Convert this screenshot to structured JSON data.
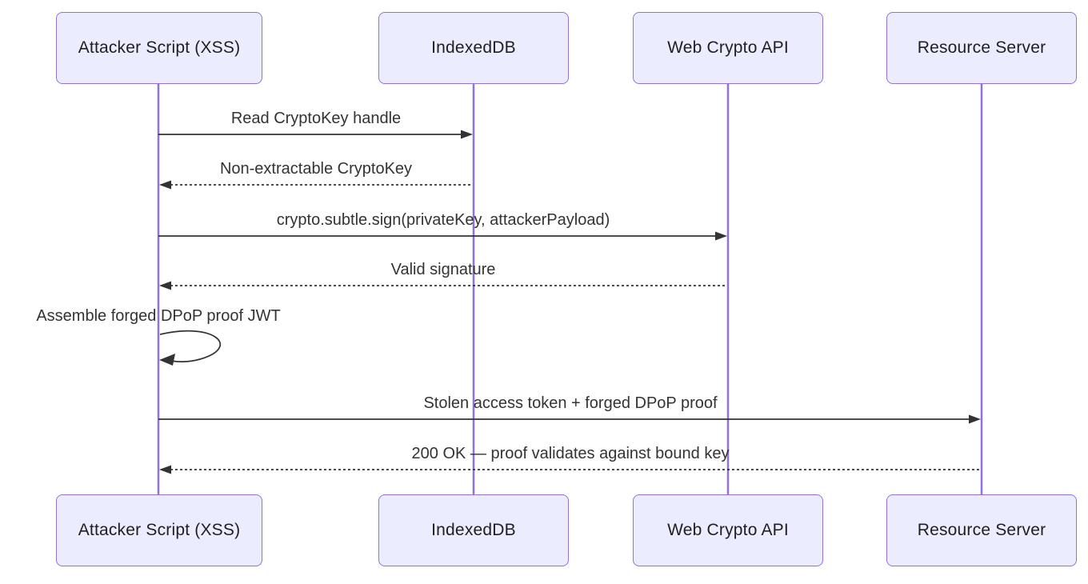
{
  "diagram": {
    "type": "sequence-diagram",
    "actors": [
      {
        "id": "attacker",
        "label": "Attacker Script (XSS)"
      },
      {
        "id": "indexeddb",
        "label": "IndexedDB"
      },
      {
        "id": "webcrypto",
        "label": "Web Crypto API"
      },
      {
        "id": "resource",
        "label": "Resource Server"
      }
    ],
    "messages": [
      {
        "from": "attacker",
        "to": "indexeddb",
        "style": "solid",
        "label": "Read CryptoKey handle"
      },
      {
        "from": "indexeddb",
        "to": "attacker",
        "style": "dashed",
        "label": "Non-extractable CryptoKey"
      },
      {
        "from": "attacker",
        "to": "webcrypto",
        "style": "solid",
        "label": "crypto.subtle.sign(privateKey, attackerPayload)"
      },
      {
        "from": "webcrypto",
        "to": "attacker",
        "style": "dashed",
        "label": "Valid signature"
      },
      {
        "from": "attacker",
        "to": "attacker",
        "style": "self-loop",
        "label": "Assemble forged DPoP proof JWT"
      },
      {
        "from": "attacker",
        "to": "resource",
        "style": "solid",
        "label": "Stolen access token + forged DPoP proof"
      },
      {
        "from": "resource",
        "to": "attacker",
        "style": "dashed",
        "label": "200 OK — proof validates against bound key"
      }
    ],
    "colors": {
      "actor_fill": "#ECECFF",
      "actor_border": "#9370DB",
      "lifeline": "#9370DB",
      "arrow": "#333333",
      "text": "#333333"
    }
  }
}
